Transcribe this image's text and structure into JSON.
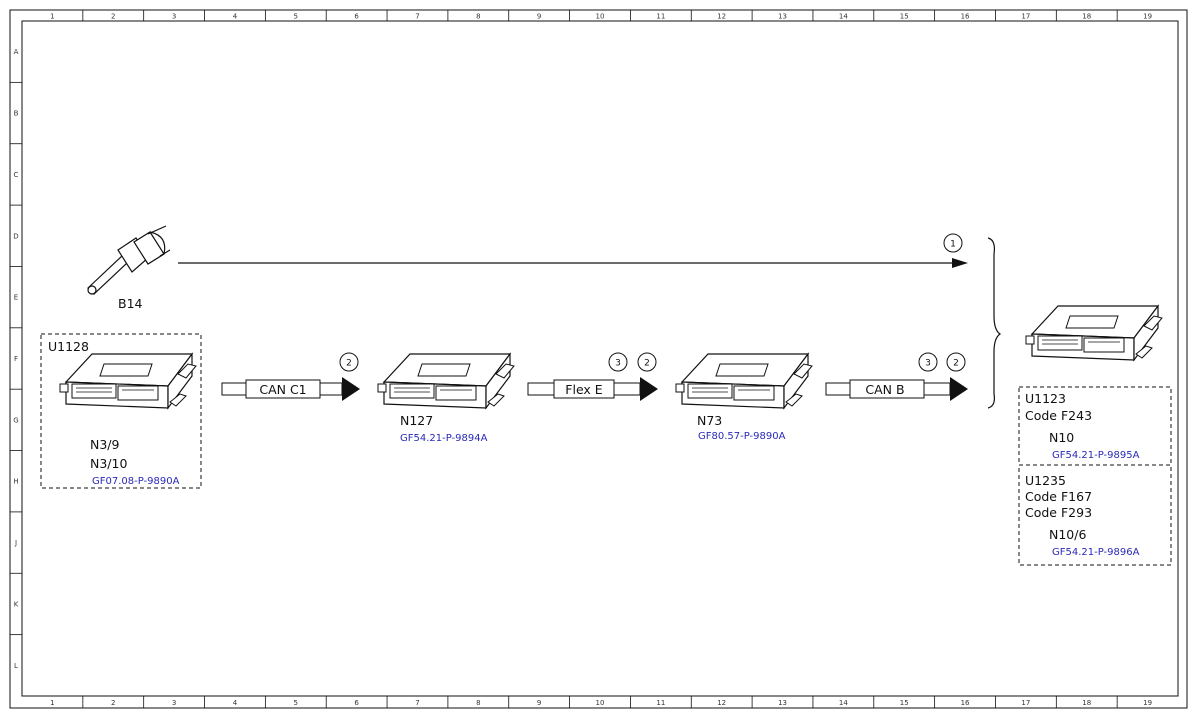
{
  "grid": {
    "columns": [
      "1",
      "2",
      "3",
      "4",
      "5",
      "6",
      "7",
      "8",
      "9",
      "10",
      "11",
      "12",
      "13",
      "14",
      "15",
      "16",
      "17",
      "18",
      "19"
    ],
    "rows": [
      "A",
      "B",
      "C",
      "D",
      "E",
      "F",
      "G",
      "H",
      "J",
      "K",
      "L"
    ]
  },
  "components": {
    "sensor": {
      "label": "B14"
    },
    "u1128": {
      "code": "U1128",
      "n1": "N3/9",
      "n2": "N3/10",
      "ref": "GF07.08-P-9890A"
    },
    "n127": {
      "label": "N127",
      "ref": "GF54.21-P-9894A"
    },
    "n73": {
      "label": "N73",
      "ref": "GF80.57-P-9890A"
    },
    "u1123": {
      "code": "U1123",
      "code2": "Code F243",
      "n": "N10",
      "ref": "GF54.21-P-9895A"
    },
    "u1235": {
      "code": "U1235",
      "code2": "Code F167",
      "code3": "Code F293",
      "n": "N10/6",
      "ref": "GF54.21-P-9896A"
    }
  },
  "buses": {
    "can_c1": {
      "label": "CAN C1",
      "markers": [
        "2"
      ]
    },
    "flex_e": {
      "label": "Flex E",
      "markers": [
        "3",
        "2"
      ]
    },
    "can_b": {
      "label": "CAN B",
      "markers": [
        "3",
        "2"
      ]
    },
    "direct": {
      "markers": [
        "1"
      ]
    }
  },
  "colors": {
    "link": "#2a2ab8",
    "line": "#111111"
  }
}
